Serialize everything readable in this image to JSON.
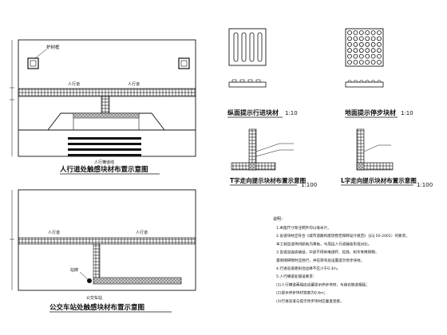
{
  "panels": {
    "sidewalk": {
      "title": "人行道处触感块材布置示意图",
      "tree_pit": "护树框",
      "label_left": "人行道",
      "label_right": "人行道",
      "label_crossing": "人行横道线"
    },
    "busstop": {
      "title": "公交车站处触感块材布置示意图",
      "label_left": "人行道",
      "label_right": "人行道",
      "label_sign": "站牌",
      "label_platform": "公交车站"
    },
    "tile_guide": {
      "title": "纵面提示行进块材",
      "scale": "1:10"
    },
    "tile_warning": {
      "title": "地面提示停步块材",
      "scale": "1:10"
    },
    "t_junction": {
      "title": "T字走向提示块材布置示意图",
      "scale": "1:100"
    },
    "l_turn": {
      "title": "L字走向提示块材布置示意图",
      "scale": "1:100"
    }
  },
  "notes": {
    "heading": "说明：",
    "lines": [
      "1.本图尺寸除注明外均以毫米计。",
      "2.盲道块材应符合《城市道路和建筑物无障碍设计规范》（JGJ 50-2001）的要求。",
      "   本工程盲道块材颜色为黄色，与周边人行道铺装形成对比。",
      "3.盲道应连续铺设，中途不得有电线杆、拉线、树木等障碍物，",
      "   遇到障碍物时应绕行，并在转弯处设置提示停步块材。",
      "4.行进盲道距树池边缘不应小于0.3m。",
      "5.人行横道处铺设要求：",
      "  (1)人行横道两端应设置提示停步块材，与缘石坡道相接；",
      "  (2)提示停步块材宽度为0.6m；",
      "  (3)行进盲道与提示停步块材应垂直连接。"
    ]
  },
  "colors": {
    "line": "#111111",
    "tile_fill": "#ffffff",
    "background": "#ffffff"
  }
}
